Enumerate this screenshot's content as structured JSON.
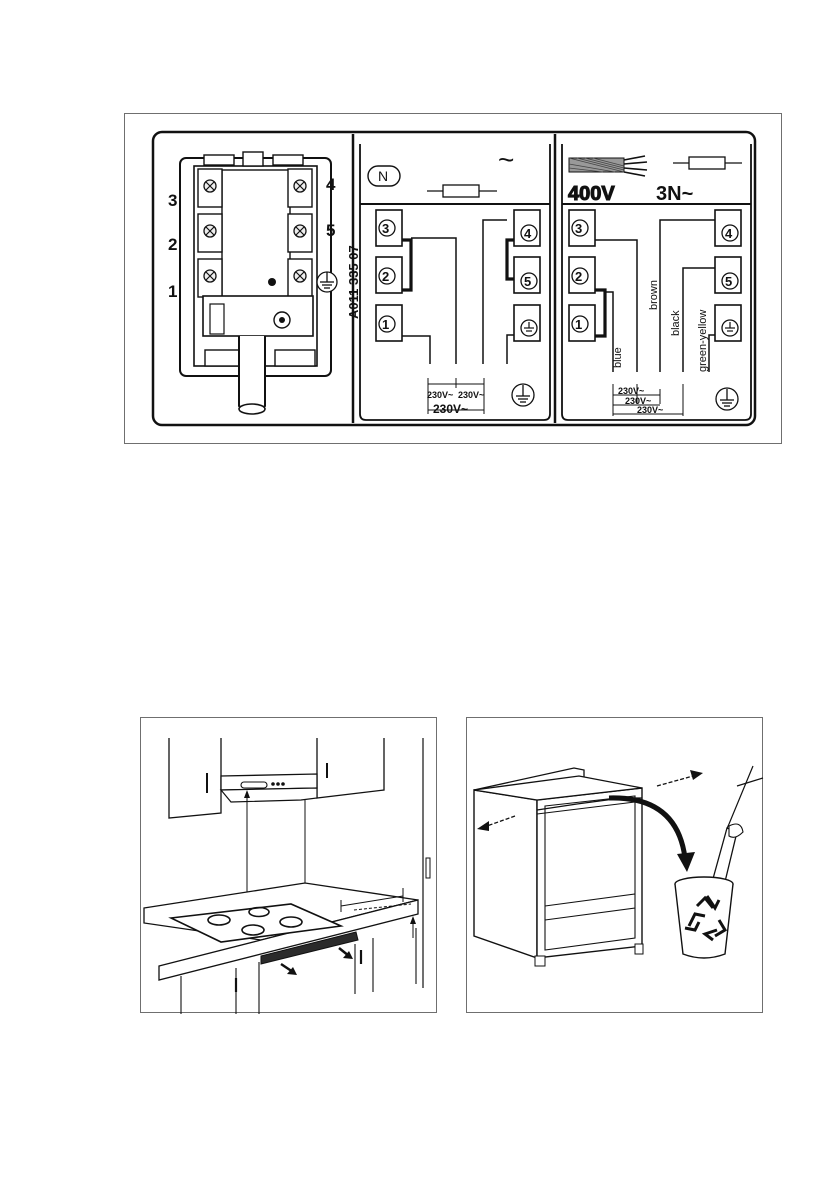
{
  "wiring": {
    "terminal_block": {
      "left_numbers": [
        "3",
        "2",
        "1"
      ],
      "right_numbers": [
        "4",
        "5"
      ],
      "part_code": "A011 335 07"
    },
    "single_phase": {
      "neutral_label": "N",
      "ac_symbol": "~",
      "terminals_left": [
        "3",
        "2",
        "1"
      ],
      "terminals_right": [
        "4",
        "5"
      ],
      "voltage_a": "230V~",
      "voltage_b": "230V~",
      "voltage_total": "230V~"
    },
    "three_phase": {
      "voltage_title": "400V",
      "phase_title": "3N~",
      "terminals_left": [
        "3",
        "2",
        "1"
      ],
      "terminals_right": [
        "4",
        "5"
      ],
      "wire_blue": "blue",
      "wire_brown": "brown",
      "wire_black": "black",
      "wire_green_yellow": "green-yellow",
      "voltage_1": "230V~",
      "voltage_2": "230V~",
      "voltage_3": "230V~"
    }
  },
  "colors": {
    "line": "#1a1a1a",
    "frame": "#6f6f6f",
    "dark_strip": "#2b2b2b"
  },
  "icons": [
    "earth-icon",
    "fuse-icon",
    "recycle-icon",
    "screw-terminal-icon",
    "arrow-icon"
  ]
}
